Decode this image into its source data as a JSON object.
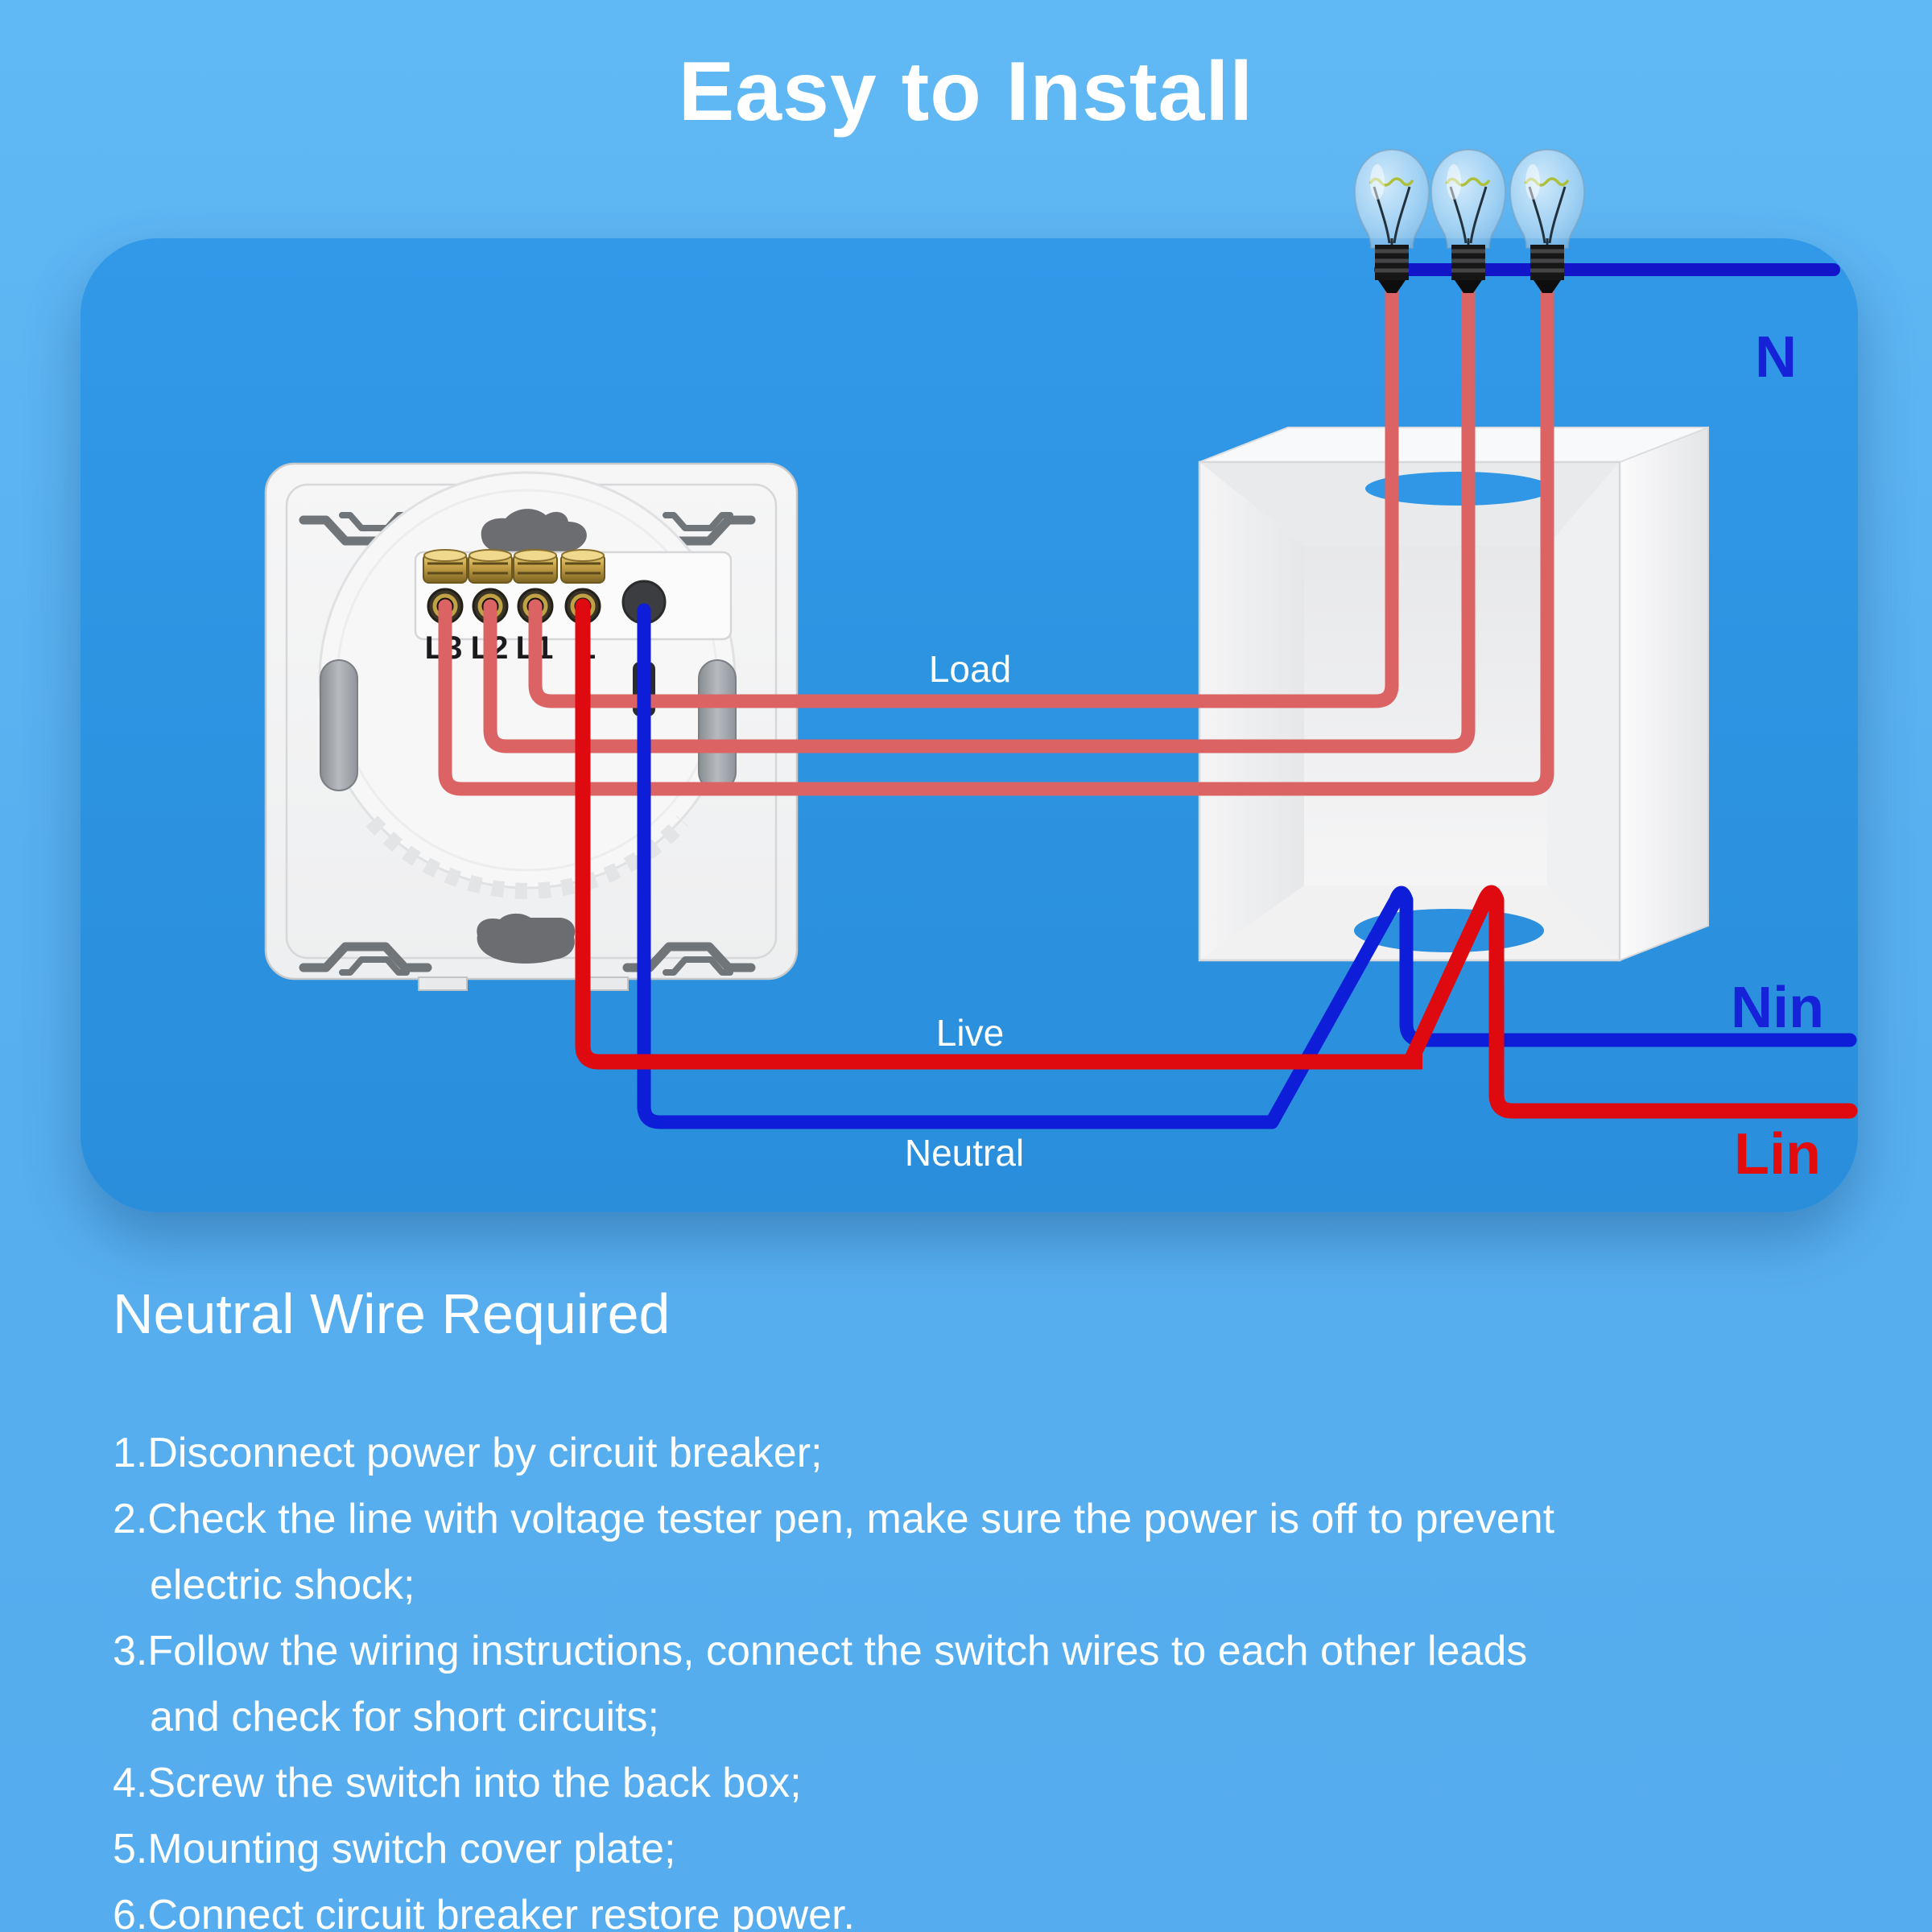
{
  "title": "Easy to Install",
  "diagram": {
    "bus_label": "N",
    "load_label": "Load",
    "live_label": "Live",
    "neutral_label": "Neutral",
    "nin_label": "Nin",
    "lin_label": "Lin",
    "terminals": [
      "L3",
      "L2",
      "L1",
      "L"
    ],
    "bulb_count": 3,
    "colors": {
      "background_blue": "#58b0f0",
      "panel_blue": "#2c93e1",
      "load_wire_salmon": "#dc6363",
      "live_wire_red": "#de0a10",
      "neutral_wire_blue": "#0d1dd8",
      "neutral_bus_navy": "#1216c8",
      "n_nin_label_blue": "#1522d8",
      "lin_label_red": "#e20c0c"
    }
  },
  "instructions": {
    "heading": "Neutral Wire Required",
    "lines": [
      {
        "text": "1.Disconnect power by circuit breaker;",
        "indent": false
      },
      {
        "text": "2.Check the line with voltage tester pen, make sure the power is off to prevent",
        "indent": false
      },
      {
        "text": "electric shock;",
        "indent": true
      },
      {
        "text": "3.Follow the wiring instructions, connect the switch wires to each other leads",
        "indent": false
      },
      {
        "text": "and check for short circuits;",
        "indent": true
      },
      {
        "text": "4.Screw the switch into the back box;",
        "indent": false
      },
      {
        "text": "5.Mounting switch cover plate;",
        "indent": false
      },
      {
        "text": "6.Connect circuit breaker restore power.",
        "indent": false
      }
    ]
  }
}
